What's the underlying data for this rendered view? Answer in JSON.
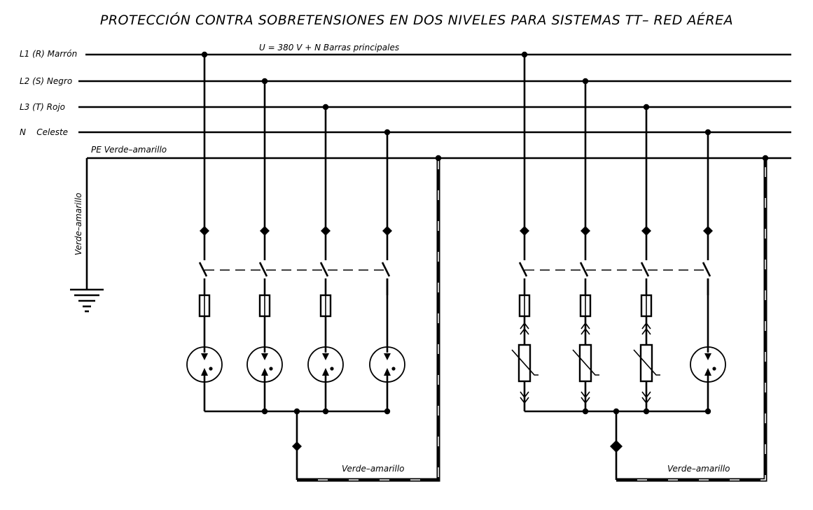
{
  "title": "PROTECCIÓN CONTRA SOBRETENSIONES EN DOS NIVELES PARA SISTEMAS TT– RED AÉREA",
  "bus_note": "U = 380 V + N Barras principales",
  "lines": {
    "l1": "L1 (R) Marrón",
    "l2": "L2 (S) Negro",
    "l3": "L3 (T) Rojo",
    "n": "N    Celeste",
    "pe": "PE Verde–amarillo"
  },
  "earth_label": "Verde–amarillo",
  "group1": {
    "pe_label": "Verde–amarillo",
    "device": "spark-gap-arrester"
  },
  "group2": {
    "pe_label": "Verde–amarillo",
    "device": "varistor-arrester"
  },
  "colors": {
    "ink": "#000000",
    "background": "#ffffff"
  }
}
